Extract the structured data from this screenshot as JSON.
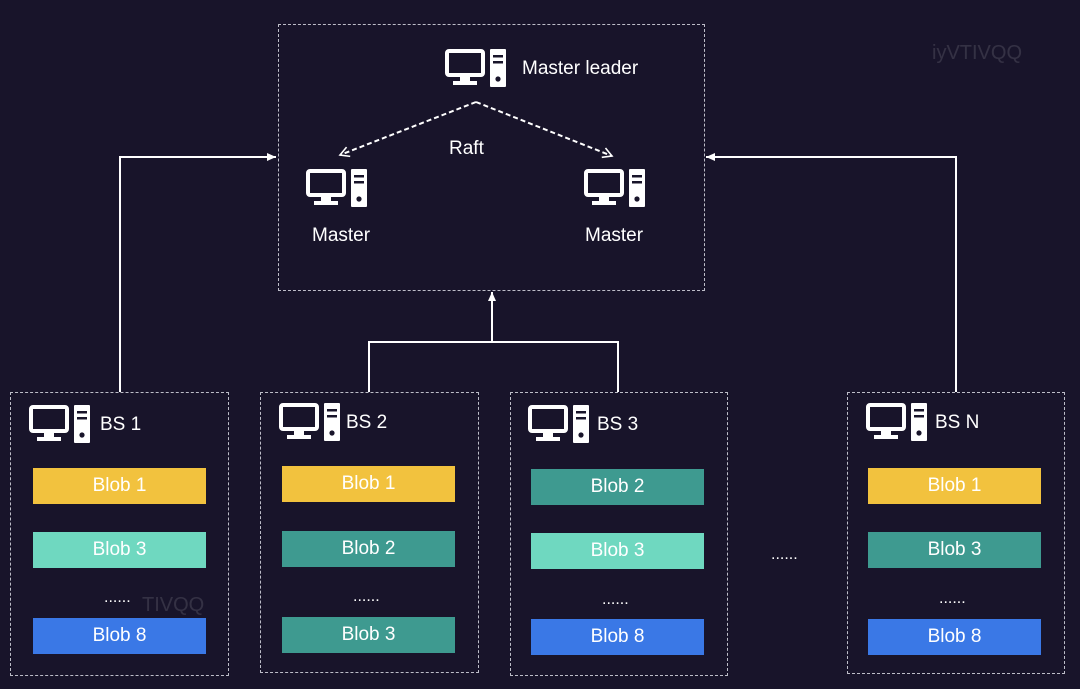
{
  "colors": {
    "background": "#18142a",
    "yellow": "#f2c23e",
    "light_teal": "#6fd8c0",
    "dark_teal": "#3e9a90",
    "blue": "#3a78e6",
    "line": "#ffffff"
  },
  "master_cluster": {
    "leader_label": "Master leader",
    "raft_label": "Raft",
    "follower_left_label": "Master",
    "follower_right_label": "Master"
  },
  "blob_servers": [
    {
      "name": "BS 1",
      "blobs": [
        {
          "label": "Blob 1",
          "color": "yellow"
        },
        {
          "label": "Blob 3",
          "color": "light_teal"
        },
        {
          "label": "Blob 8",
          "color": "blue"
        }
      ],
      "ellipsis": "......"
    },
    {
      "name": "BS 2",
      "blobs": [
        {
          "label": "Blob 1",
          "color": "yellow"
        },
        {
          "label": "Blob 2",
          "color": "dark_teal"
        },
        {
          "label": "Blob 3",
          "color": "dark_teal"
        }
      ],
      "ellipsis": "......"
    },
    {
      "name": "BS 3",
      "blobs": [
        {
          "label": "Blob 2",
          "color": "dark_teal"
        },
        {
          "label": "Blob 3",
          "color": "light_teal"
        },
        {
          "label": "Blob 8",
          "color": "blue"
        }
      ],
      "ellipsis": "......"
    },
    {
      "name": "BS N",
      "blobs": [
        {
          "label": "Blob 1",
          "color": "yellow"
        },
        {
          "label": "Blob 3",
          "color": "dark_teal"
        },
        {
          "label": "Blob 8",
          "color": "blue"
        }
      ],
      "ellipsis": "......"
    }
  ],
  "between_servers_ellipsis": "......",
  "watermarks": [
    "iyVTIVQQ",
    "TIVQQ"
  ]
}
